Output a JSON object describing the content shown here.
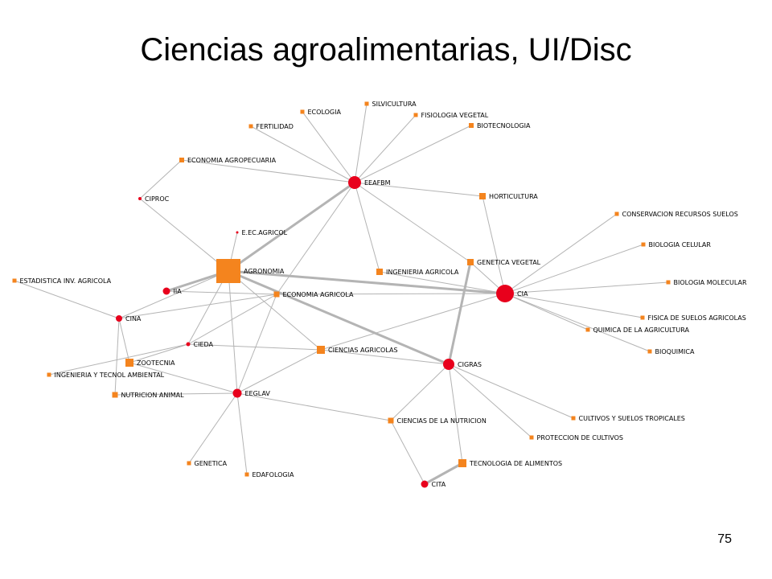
{
  "slide": {
    "title": "Ciencias agroalimentarias, UI/Disc",
    "page_number": "75"
  },
  "colors": {
    "institution": "#e8001c",
    "discipline": "#f4841e",
    "edge": "#b4b4b4",
    "background": "#ffffff"
  },
  "network": {
    "nodes": [
      {
        "id": "EEAFBM",
        "label": "EEAFBM",
        "kind": "institution"
      },
      {
        "id": "CIA",
        "label": "CIA",
        "kind": "institution"
      },
      {
        "id": "CIGRAS",
        "label": "CIGRAS",
        "kind": "institution"
      },
      {
        "id": "EEGLAV",
        "label": "EEGLAV",
        "kind": "institution"
      },
      {
        "id": "CITA",
        "label": "CITA",
        "kind": "institution"
      },
      {
        "id": "IIA",
        "label": "IIA",
        "kind": "institution"
      },
      {
        "id": "CINA",
        "label": "CINA",
        "kind": "institution"
      },
      {
        "id": "CIEDA",
        "label": "CIEDA",
        "kind": "institution"
      },
      {
        "id": "CIPROC",
        "label": "CIPROC",
        "kind": "institution"
      },
      {
        "id": "EECAGRICOL",
        "label": "E.EC.AGRICOL",
        "kind": "institution"
      },
      {
        "id": "AGRONOMIA",
        "label": "AGRONOMIA",
        "kind": "discipline"
      },
      {
        "id": "ECONOMIA_AGRICOLA",
        "label": "ECONOMIA AGRICOLA",
        "kind": "discipline"
      },
      {
        "id": "CIENCIAS_AGRICOLAS",
        "label": "CIENCIAS AGRICOLAS",
        "kind": "discipline"
      },
      {
        "id": "INGENIERIA_AGRICOLA",
        "label": "INGENIERIA AGRICOLA",
        "kind": "discipline"
      },
      {
        "id": "GENETICA_VEGETAL",
        "label": "GENETICA VEGETAL",
        "kind": "discipline"
      },
      {
        "id": "HORTICULTURA",
        "label": "HORTICULTURA",
        "kind": "discipline"
      },
      {
        "id": "ECOLOGIA",
        "label": "ECOLOGIA",
        "kind": "discipline"
      },
      {
        "id": "SILVICULTURA",
        "label": "SILVICULTURA",
        "kind": "discipline"
      },
      {
        "id": "FISIOLOGIA_VEGETAL",
        "label": "FISIOLOGIA VEGETAL",
        "kind": "discipline"
      },
      {
        "id": "BIOTECNOLOGIA",
        "label": "BIOTECNOLOGIA",
        "kind": "discipline"
      },
      {
        "id": "FERTILIDAD",
        "label": "FERTILIDAD",
        "kind": "discipline"
      },
      {
        "id": "ECONOMIA_AGROPECUARIA",
        "label": "ECONOMIA AGROPECUARIA",
        "kind": "discipline"
      },
      {
        "id": "CONSERVACION",
        "label": "CONSERVACION RECURSOS SUELOS",
        "kind": "discipline"
      },
      {
        "id": "BIOLOGIA_CELULAR",
        "label": "BIOLOGIA CELULAR",
        "kind": "discipline"
      },
      {
        "id": "BIOLOGIA_MOLECULAR",
        "label": "BIOLOGIA MOLECULAR",
        "kind": "discipline"
      },
      {
        "id": "FISICA_SUELOS",
        "label": "FISICA DE SUELOS AGRICOLAS",
        "kind": "discipline"
      },
      {
        "id": "QUIMICA_AGRICULTURA",
        "label": "QUIMICA DE LA AGRICULTURA",
        "kind": "discipline"
      },
      {
        "id": "BIOQUIMICA",
        "label": "BIOQUIMICA",
        "kind": "discipline"
      },
      {
        "id": "ESTADISTICA",
        "label": "ESTADISTICA INV. AGRICOLA",
        "kind": "discipline"
      },
      {
        "id": "ZOOTECNIA",
        "label": "ZOOTECNIA",
        "kind": "discipline"
      },
      {
        "id": "INGENIERIA_TECNOL",
        "label": "INGENIERIA Y TECNOL AMBIENTAL",
        "kind": "discipline"
      },
      {
        "id": "NUTRICION_ANIMAL",
        "label": "NUTRICION ANIMAL",
        "kind": "discipline"
      },
      {
        "id": "CIENCIAS_NUTRICION",
        "label": "CIENCIAS DE LA NUTRICION",
        "kind": "discipline"
      },
      {
        "id": "CULTIVOS_SUELOS",
        "label": "CULTIVOS Y SUELOS TROPICALES",
        "kind": "discipline"
      },
      {
        "id": "PROTECCION_CULTIVOS",
        "label": "PROTECCION DE CULTIVOS",
        "kind": "discipline"
      },
      {
        "id": "TECNOLOGIA_ALIMENTOS",
        "label": "TECNOLOGIA DE ALIMENTOS",
        "kind": "discipline"
      },
      {
        "id": "GENETICA",
        "label": "GENETICA",
        "kind": "discipline"
      },
      {
        "id": "EDAFOLOGIA",
        "label": "EDAFOLOGIA",
        "kind": "discipline"
      }
    ],
    "edges": [
      [
        "EEAFBM",
        "ECOLOGIA"
      ],
      [
        "EEAFBM",
        "SILVICULTURA"
      ],
      [
        "EEAFBM",
        "FISIOLOGIA_VEGETAL"
      ],
      [
        "EEAFBM",
        "BIOTECNOLOGIA"
      ],
      [
        "EEAFBM",
        "FERTILIDAD"
      ],
      [
        "EEAFBM",
        "ECONOMIA_AGROPECUARIA"
      ],
      [
        "EEAFBM",
        "HORTICULTURA"
      ],
      [
        "EEAFBM",
        "AGRONOMIA",
        3
      ],
      [
        "EEAFBM",
        "INGENIERIA_AGRICOLA"
      ],
      [
        "EEAFBM",
        "GENETICA_VEGETAL"
      ],
      [
        "EEAFBM",
        "ECONOMIA_AGRICOLA"
      ],
      [
        "CIA",
        "CONSERVACION"
      ],
      [
        "CIA",
        "BIOLOGIA_CELULAR"
      ],
      [
        "CIA",
        "BIOLOGIA_MOLECULAR"
      ],
      [
        "CIA",
        "FISICA_SUELOS"
      ],
      [
        "CIA",
        "QUIMICA_AGRICULTURA"
      ],
      [
        "CIA",
        "BIOQUIMICA"
      ],
      [
        "CIA",
        "HORTICULTURA"
      ],
      [
        "CIA",
        "GENETICA_VEGETAL"
      ],
      [
        "CIA",
        "INGENIERIA_AGRICOLA"
      ],
      [
        "CIA",
        "AGRONOMIA",
        3
      ],
      [
        "CIA",
        "ECONOMIA_AGRICOLA"
      ],
      [
        "CIA",
        "CIENCIAS_AGRICOLAS"
      ],
      [
        "CIGRAS",
        "GENETICA_VEGETAL",
        3
      ],
      [
        "CIGRAS",
        "AGRONOMIA",
        3
      ],
      [
        "CIGRAS",
        "CIENCIAS_AGRICOLAS"
      ],
      [
        "CIGRAS",
        "CULTIVOS_SUELOS"
      ],
      [
        "CIGRAS",
        "PROTECCION_CULTIVOS"
      ],
      [
        "CIGRAS",
        "TECNOLOGIA_ALIMENTOS"
      ],
      [
        "CIGRAS",
        "CIENCIAS_NUTRICION"
      ],
      [
        "EEGLAV",
        "AGRONOMIA"
      ],
      [
        "EEGLAV",
        "ECONOMIA_AGRICOLA"
      ],
      [
        "EEGLAV",
        "CIENCIAS_AGRICOLAS"
      ],
      [
        "EEGLAV",
        "CIENCIAS_NUTRICION"
      ],
      [
        "EEGLAV",
        "ZOOTECNIA"
      ],
      [
        "EEGLAV",
        "NUTRICION_ANIMAL"
      ],
      [
        "EEGLAV",
        "GENETICA"
      ],
      [
        "EEGLAV",
        "EDAFOLOGIA"
      ],
      [
        "CITA",
        "TECNOLOGIA_ALIMENTOS",
        3
      ],
      [
        "CITA",
        "CIENCIAS_NUTRICION"
      ],
      [
        "IIA",
        "AGRONOMIA",
        3
      ],
      [
        "IIA",
        "ECONOMIA_AGRICOLA"
      ],
      [
        "CINA",
        "ESTADISTICA"
      ],
      [
        "CINA",
        "AGRONOMIA"
      ],
      [
        "CINA",
        "ZOOTECNIA"
      ],
      [
        "CINA",
        "NUTRICION_ANIMAL"
      ],
      [
        "CINA",
        "ECONOMIA_AGRICOLA"
      ],
      [
        "CIEDA",
        "AGRONOMIA"
      ],
      [
        "CIEDA",
        "ECONOMIA_AGRICOLA"
      ],
      [
        "CIEDA",
        "CIENCIAS_AGRICOLAS"
      ],
      [
        "CIEDA",
        "INGENIERIA_TECNOL"
      ],
      [
        "CIEDA",
        "ZOOTECNIA"
      ],
      [
        "CIPROC",
        "ECONOMIA_AGROPECUARIA"
      ],
      [
        "CIPROC",
        "AGRONOMIA"
      ],
      [
        "EECAGRICOL",
        "AGRONOMIA"
      ],
      [
        "AGRONOMIA",
        "CIENCIAS_AGRICOLAS"
      ]
    ]
  }
}
